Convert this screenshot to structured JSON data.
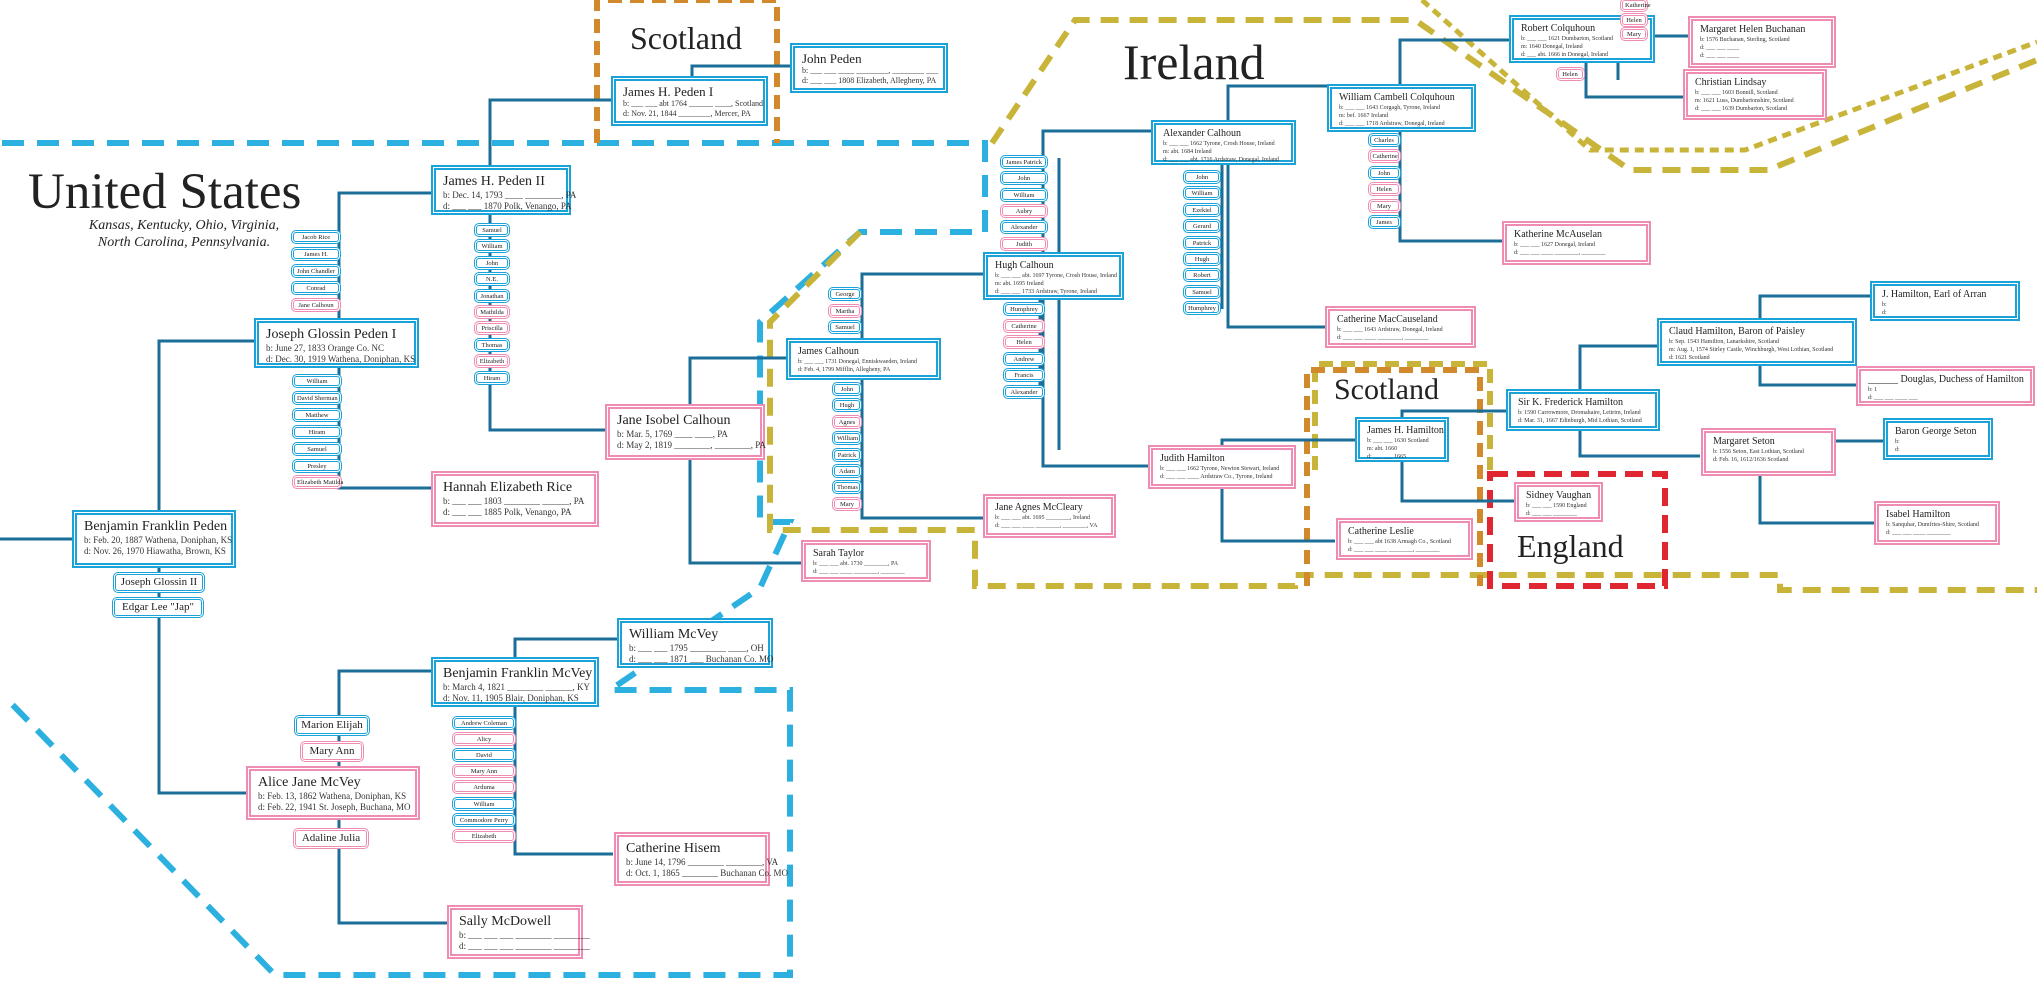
{
  "regions": {
    "us": "United States",
    "us_sub_1": "Kansas, Kentucky, Ohio, Virginia,",
    "us_sub_2": "North Carolina, Pennsylvania.",
    "scotland_top": "Scotland",
    "ireland": "Ireland",
    "scotland_right": "Scotland",
    "england": "England"
  },
  "colors": {
    "male": "#1aa3d8",
    "female": "#ef8cb3",
    "line": "#1b6e97",
    "us": "#2bb0e0",
    "ireland": "#c9b43a",
    "scotland": "#d2892c",
    "england": "#e02630"
  },
  "people": {
    "bfp": {
      "name": "Benjamin Franklin Peden",
      "l1": "b: Feb. 20, 1887 Wathena, Doniphan, KS",
      "l2": "d: Nov. 26, 1970 Hiawatha, Brown, KS"
    },
    "jgp": {
      "name": "Joseph Glossin Peden I",
      "l1": "b: June 27, 1833 Orange Co. NC",
      "l2": "d: Dec. 30, 1919 Wathena, Doniphan, KS"
    },
    "ajm": {
      "name": "Alice Jane McVey",
      "l1": "b: Feb. 13, 1862 Wathena, Doniphan, KS",
      "l2": "d: Feb. 22, 1941 St. Joseph, Buchana, MO"
    },
    "jhp2": {
      "name": "James H. Peden II",
      "l1": "b: Dec. 14, 1793 ____ ________, PA",
      "l2": "d: ___ ___ 1870 Polk, Venango, PA"
    },
    "her": {
      "name": "Hannah Elizabeth Rice",
      "l1": "b: ___ ___ 1803 ________ ______, PA",
      "l2": "d: ___ ___ 1885 Polk, Venango, PA"
    },
    "jhp1": {
      "name": "James H. Peden I",
      "l1": "b: ___ ___ abt 1764 ______ ____, Scotland",
      "l2": "d: Nov. 21, 1844 ________, Mercer, PA"
    },
    "jped": {
      "name": "John Peden",
      "l1": "b: ___ ___ ____ ________, ________ ___",
      "l2": "d: ___ ___ 1808 Elizabeth, Allegheny, PA"
    },
    "jic": {
      "name": "Jane Isobel Calhoun",
      "l1": "b: Mar. 5, 1769 ____ ____, PA",
      "l2": "d: May 2, 1819 ________, ________, PA"
    },
    "jcal": {
      "name": "James Calhoun",
      "l1": "b: ___ ___ 1731 Donegal, Enniskwaeden, Ireland",
      "l2": "d: Feb. 4, 1799 Mifflin, Allegheny, PA"
    },
    "stay": {
      "name": "Sarah Taylor",
      "l1": "b: ___ ___ abt. 1730 ________, PA",
      "l2": "d: ___ ___ ____ ________, ________"
    },
    "hcal": {
      "name": "Hugh Calhoun",
      "l1": "b: ___ ___ abt. 1697 Tyrone, Crosh House, Ireland",
      "l2": "m: abt. 1695 Ireland",
      "l3": "d: ___ ___ 1733 Ardstraw, Tyrone, Ireland"
    },
    "jam": {
      "name": "Jane Agnes McCleary",
      "l1": "b: ___ ___ abt. 1695 ________, Ireland",
      "l2": "d: ___ ___ ____ ________, ________, VA"
    },
    "acal": {
      "name": "Alexander Calhoun",
      "l1": "b: ___ ___ 1662 Tyrone, Crosh House, Ireland",
      "l2": "m: abt. 1684 Ireland",
      "l3": "d: ___ ___ abt. 1716 Ardstraw, Donegal, Ireland"
    },
    "jham": {
      "name": "Judith Hamilton",
      "l1": "b: ___ ___ 1662 Tyrone, Newton Stewart, Ireland",
      "l2": "d: ___ ___ ____ Ardstraw Co., Tyrone, Ireland"
    },
    "wcc": {
      "name": "William Cambell Colquhoun",
      "l1": "b: ___ ___ 1643 Corgagh, Tyrone, Ireland",
      "l2": "m: bef. 1667 Ireland",
      "l3": "d: ___ ___ 1718 Ardstraw, Donegal, Ireland"
    },
    "cmc": {
      "name": "Catherine MacCauseland",
      "l1": "b: ___ ___ 1643 Ardstraw, Donegal, Ireland",
      "l2": "d: ___ ___ ____ ________, ________"
    },
    "rcol": {
      "name": "Robert Colquhoun",
      "l1": "b: ___ ___ 1621 Dumbarton, Scotland",
      "l2": "m: 1640 Donegal, Ireland",
      "l3": "d: ___ abt. 1666 in Donegal, Ireland"
    },
    "kmca": {
      "name": "Katherine McAuselan",
      "l1": "b: ___ ___ 1627 Donegal, Ireland",
      "l2": "d: ___ ___ ____ ________, ________"
    },
    "clin": {
      "name": "Christian Lindsay",
      "l1": "b: ___ ___ 1603 Bonnill, Scotland",
      "l2": "m: 1621 Luss, Dumbartonshire, Scotland",
      "l3": "d: ___ ___ 1639 Dumbarton, Scotland"
    },
    "mhb": {
      "name": "Margaret Helen Buchanan",
      "l1": "b: 1576 Buchanan, Sterling, Scotland",
      "l2": "d: ___ ___ ____",
      "l3": "d: ___ ___ ____"
    },
    "jhh": {
      "name": "James H. Hamilton",
      "l1": "b: ___ ___ 1630 Scotland",
      "l2": "m: abt. 1660",
      "l3": "d: ___ ___ 1665"
    },
    "cles": {
      "name": "Catherine Leslie",
      "l1": "b: ___ ___ abt 1638 Armagh Co., Scotland",
      "l2": "d: ___ ___ ____ ________, ________"
    },
    "skfh": {
      "name": "Sir K. Frederick Hamilton",
      "l1": "b: 1590 Carrowmore, Dromahaire, Leitrim, Ireland",
      "l2": "d: Mar. 31, 1667 Edinburgh, Mid Lothian, Scotland"
    },
    "svau": {
      "name": "Sidney Vaughan",
      "l1": "b: ___ ___ 1590 England",
      "l2": "d: ___ ___ ________"
    },
    "chbp": {
      "name": "Claud Hamilton, Baron of Paisley",
      "l1": "b: Sep. 1543 Hamilton, Lanarkshire, Scotland",
      "l2": "m: Aug. 1, 1574 Stirley Castle, Winchburgh, West Lothian, Scotland",
      "l3": "d: 1621 Scotland"
    },
    "jhea": {
      "name": "J. Hamilton, Earl of Arran",
      "l1": "b:",
      "l2": "d:"
    },
    "dham": {
      "name": "______ Douglas, Duchess of Hamilton",
      "l1": "b: 1",
      "l2": "d: ___ ___ ____ ___"
    },
    "mset": {
      "name": "Margaret Seton",
      "l1": "b: 1556 Seton, East Lothian, Scotland",
      "l2": "d: Feb. 16, 1612/1636 Scotland"
    },
    "bgs": {
      "name": "Baron George Seton",
      "l1": "b:",
      "l2": "d:"
    },
    "iham": {
      "name": "Isabel Hamilton",
      "l1": "b: Sanquhar, Dumfries-Shire, Scotland",
      "l2": "d: ___ ___ ____ ________"
    },
    "wmcv": {
      "name": "William McVey",
      "l1": "b: ___ ___ 1795 ________ ____, OH",
      "l2": "d: ___ ___ 1871 ___ Buchanan Co. MO"
    },
    "bfm": {
      "name": "Benjamin Franklin McVey",
      "l1": "b: March 4, 1821 ________ ______, KY",
      "l2": "d: Nov. 11, 1905 Blair, Doniphan, KS"
    },
    "chis": {
      "name": "Catherine Hisem",
      "l1": "b: June 14, 1796 ________ ________, VA",
      "l2": "d: Oct. 1, 1865 ________ Buchanan Co. MO"
    },
    "smcd": {
      "name": "Sally McDowell",
      "l1": "b: ___ ___ ___ ________ ________",
      "l2": "d: ___ ___ ___ ________ ________"
    }
  },
  "pills": {
    "jgp2": "Joseph Glossin II",
    "elj": "Edgar Lee \"Jap\"",
    "me": "Marion Elijah",
    "ma": "Mary Ann",
    "adj": "Adaline Julia",
    "sib_jhp2": [
      "Jacob Rice",
      "James H.",
      "John Chandler",
      "Conrad",
      "Jane Calhoun"
    ],
    "sib_jgp": [
      "William",
      "David Sherman",
      "Matthew",
      "Hiram",
      "Samuel",
      "Presley",
      "Elizabeth Matilda"
    ],
    "sib_jic": [
      "Samuel",
      "William",
      "John",
      "N.E.",
      "Jonathan",
      "Mathilda",
      "Priscilla",
      "Thomas",
      "Elizabeth",
      "Hiram"
    ],
    "sib_jcal_top": [
      "George",
      "Martha",
      "Samuel"
    ],
    "sib_jcal_bot": [
      "John",
      "Hugh",
      "Agnes",
      "William",
      "Patrick",
      "Adam",
      "Thomas",
      "Mary"
    ],
    "sib_hcal_top": [
      "James Patrick",
      "John",
      "William",
      "Aubry",
      "Alexander",
      "Judith"
    ],
    "sib_hcal_bot": [
      "Humphrey",
      "Catherine",
      "Helen",
      "Andrew",
      "Francis",
      "Alexander"
    ],
    "sib_acal": [
      "John",
      "William",
      "Ezekiel",
      "Gerard",
      "Patrick",
      "Hugh",
      "Robert",
      "Samuel",
      "Humphrey"
    ],
    "sib_wcc": [
      "Charles",
      "Catherine",
      "John",
      "Helen",
      "Mary",
      "James"
    ],
    "sib_rcol": [
      "Helen"
    ],
    "sib_bfm": [
      "Andrew Coleman",
      "Alicy",
      "David",
      "Mary Ann",
      "Arduma",
      "William",
      "Commodore Perry",
      "Elizabeth"
    ],
    "sib_top": [
      "Katherine",
      "Helen",
      "Mary"
    ]
  }
}
